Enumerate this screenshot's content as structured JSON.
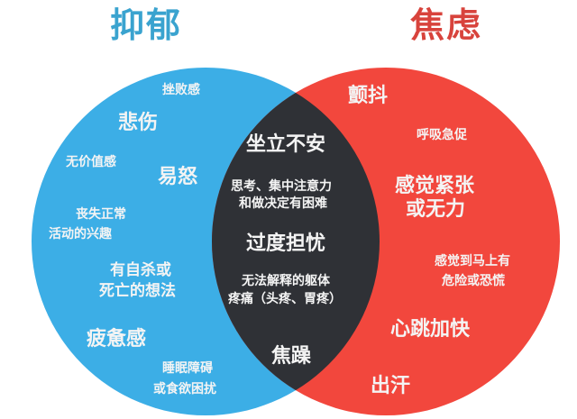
{
  "titles": {
    "left": "抑郁",
    "right": "焦虑"
  },
  "colors": {
    "depression_circle": "#3caee6",
    "anxiety_circle": "#f2473d",
    "overlap": "#2f3136",
    "label_text": "#f4f4f4",
    "title_left": "#3aa3cf",
    "title_right": "#d8433c"
  },
  "depression_only": [
    "挫败感",
    "悲伤",
    "无价值感",
    "易怒",
    "丧失正常",
    "活动的兴趣",
    "有自杀或",
    "死亡的想法",
    "疲惫感",
    "睡眠障碍",
    "或食欲困扰"
  ],
  "shared": [
    "坐立不安",
    "思考、集中注意力",
    "和做决定有困难",
    "过度担忧",
    "无法解释的躯体",
    "疼痛（头疼、胃疼）",
    "焦躁"
  ],
  "anxiety_only": [
    "颤抖",
    "呼吸急促",
    "感觉紧张",
    "或无力",
    "感觉到马上有",
    "危险或恐慌",
    "心跳加快",
    "出汗"
  ]
}
